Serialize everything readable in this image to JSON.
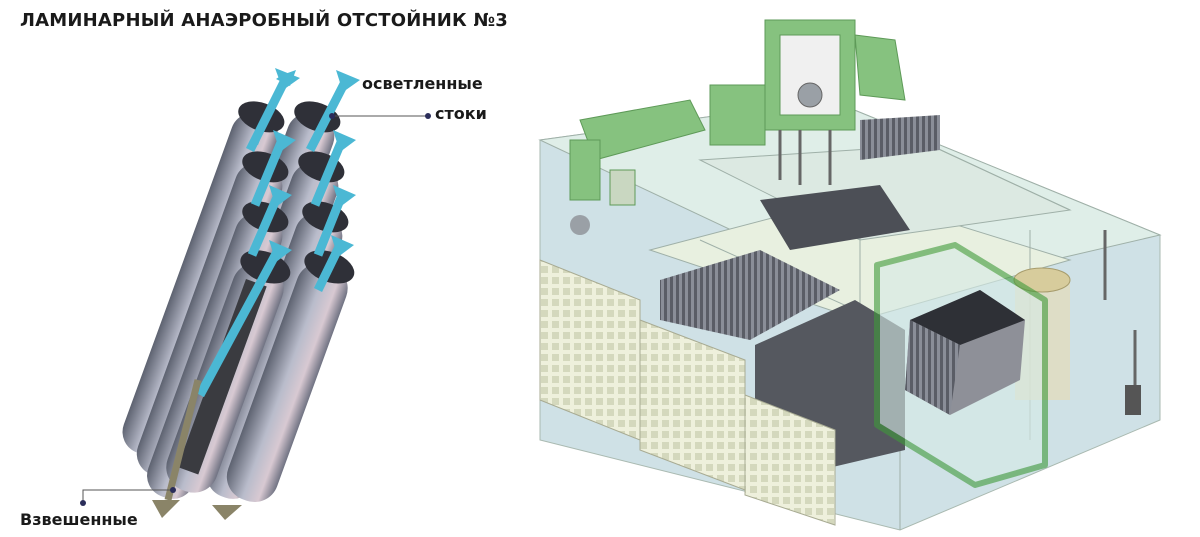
{
  "title": "ЛАМИНАРНЫЙ АНАЭРОБНЫЙ ОТСТОЙНИК №3",
  "labels": {
    "clarified_line1": "осветленные",
    "clarified_line2": "стоки",
    "suspended": "Взвешенные"
  },
  "colors": {
    "flow_up": "#4bb8d4",
    "flow_down": "#8a8468",
    "highlight": "#3f9a3a",
    "equipment": "#7fbf7a",
    "tank_wall": "#d9e8d8"
  }
}
